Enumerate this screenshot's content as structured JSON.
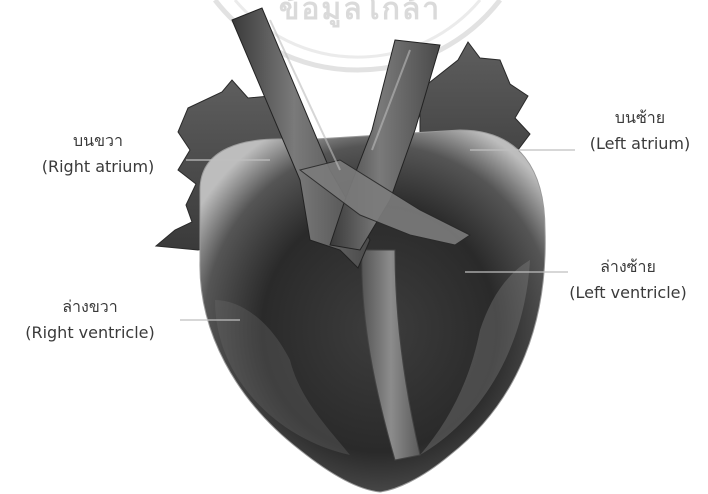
{
  "watermark_text": "ข้อมูลโกล้า",
  "labels": {
    "right_atrium": {
      "thai": "บนขวา",
      "english": "(Right atrium)"
    },
    "left_atrium": {
      "thai": "บนซ้าย",
      "english": "(Left atrium)"
    },
    "right_ventricle": {
      "thai": "ล่างขวา",
      "english": "(Right ventricle)"
    },
    "left_ventricle": {
      "thai": "ล่างซ้าย",
      "english": "(Left ventricle)"
    }
  },
  "colors": {
    "label_text": "#3a3a3a",
    "heart_dark": "#2b2b2b",
    "heart_mid": "#666666",
    "heart_light": "#cfcfcf",
    "watermark": "#bdbdbd"
  }
}
